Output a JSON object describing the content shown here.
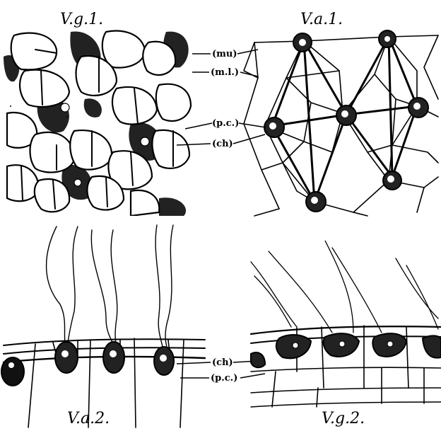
{
  "panels": {
    "vg1": {
      "title": "V.g.1."
    },
    "va1": {
      "title": "V.a.1."
    },
    "va2": {
      "title": "V.a.2."
    },
    "vg2": {
      "title": "V.g.2."
    }
  },
  "labels": {
    "mu": "(mu)",
    "ml": "(m.l.)",
    "pc_top": "(p.c.)",
    "ch_top": "(ch)",
    "ch_bottom": "(ch)",
    "pc_bottom": "(p.c.)"
  },
  "colors": {
    "ink": "#000000",
    "paper": "#ffffff"
  }
}
